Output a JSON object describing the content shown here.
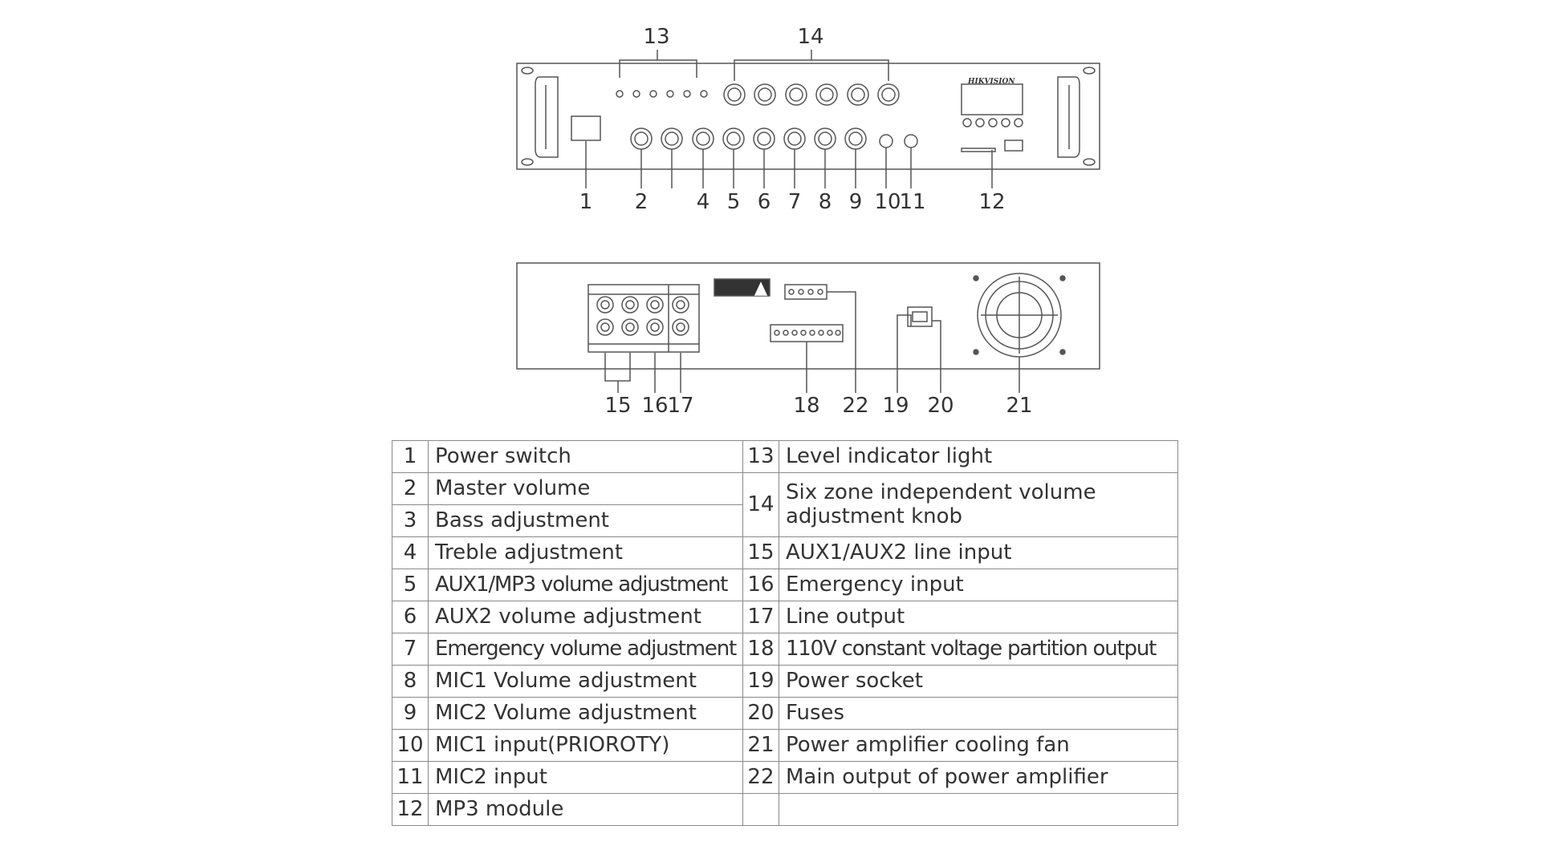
{
  "brand_logo": "HIKVISION",
  "front_panel": {
    "callouts": [
      "13",
      "14",
      "1",
      "2",
      "4",
      "5",
      "6",
      "7",
      "8",
      "9",
      "10",
      "11",
      "12"
    ]
  },
  "rear_panel": {
    "callouts": [
      "15",
      "16",
      "17",
      "18",
      "22",
      "19",
      "20",
      "21"
    ]
  },
  "legend": {
    "rows": [
      {
        "n1": "1",
        "l1": "Power switch",
        "n2": "13",
        "l2": "Level indicator  light"
      },
      {
        "n1": "2",
        "l1": "Master volume",
        "n2": "14",
        "l2": "Six zone independent volume adjustment knob"
      },
      {
        "n1": "3",
        "l1": "Bass  adjustment"
      },
      {
        "n1": "4",
        "l1": "Treble  adjustment",
        "n2": "15",
        "l2": "AUX1/AUX2 line input"
      },
      {
        "n1": "5",
        "l1": "AUX1/MP3 volume adjustment",
        "n2": "16",
        "l2": "Emergency input"
      },
      {
        "n1": "6",
        "l1": "AUX2 volume adjustment",
        "n2": "17",
        "l2": "Line output"
      },
      {
        "n1": "7",
        "l1": "Emergency volume adjustment",
        "n2": "18",
        "l2": "110V constant voltage partition output"
      },
      {
        "n1": "8",
        "l1": "MIC1 Volume adjustment",
        "n2": "19",
        "l2": "Power socket"
      },
      {
        "n1": "9",
        "l1": "MIC2 Volume adjustment",
        "n2": "20",
        "l2": "Fuses"
      },
      {
        "n1": "10",
        "l1": "MIC1 input(PRIOROTY)",
        "n2": "21",
        "l2": "Power amplifier cooling fan"
      },
      {
        "n1": "11",
        "l1": "MIC2 input",
        "n2": "22",
        "l2": "Main output of power amplifier"
      },
      {
        "n1": "12",
        "l1": "MP3 module",
        "n2": "",
        "l2": ""
      }
    ]
  }
}
